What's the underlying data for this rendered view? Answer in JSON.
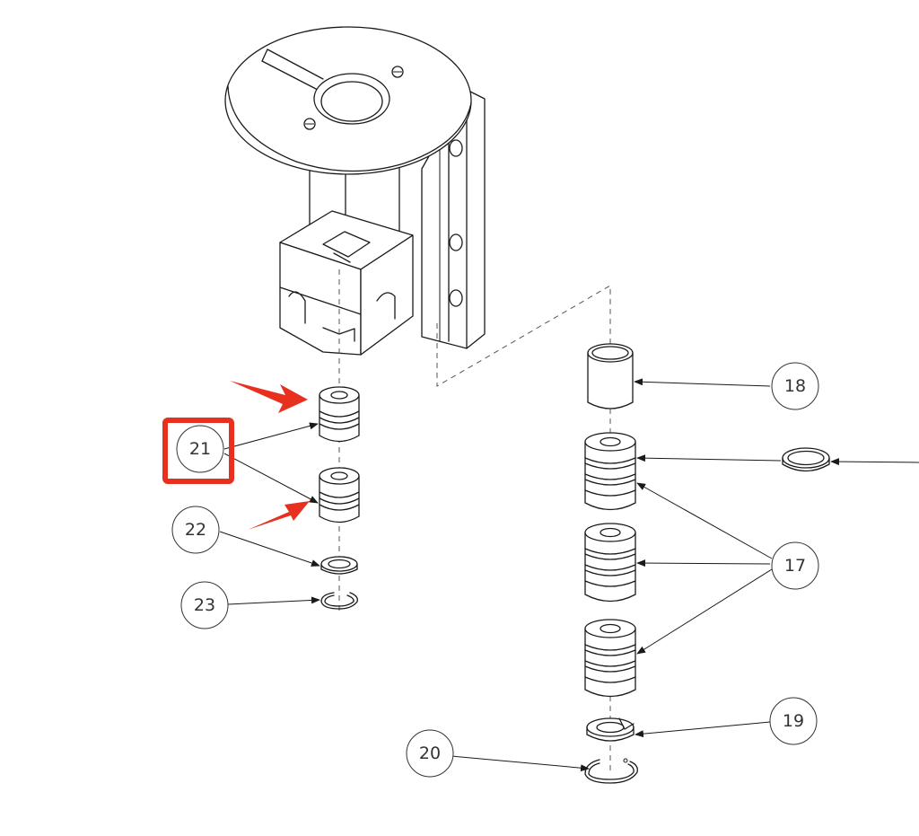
{
  "colors": {
    "line": "#1a1a1a",
    "highlight": "#e8301f",
    "background": "#ffffff"
  },
  "callouts": [
    {
      "id": "c21",
      "label": "21"
    },
    {
      "id": "c22",
      "label": "22"
    },
    {
      "id": "c23",
      "label": "23"
    },
    {
      "id": "c18",
      "label": "18"
    },
    {
      "id": "c17",
      "label": "17"
    },
    {
      "id": "c19",
      "label": "19"
    },
    {
      "id": "c20",
      "label": "20"
    }
  ],
  "highlight": {
    "target": "21",
    "shape": "square-box",
    "arrows": 2
  }
}
